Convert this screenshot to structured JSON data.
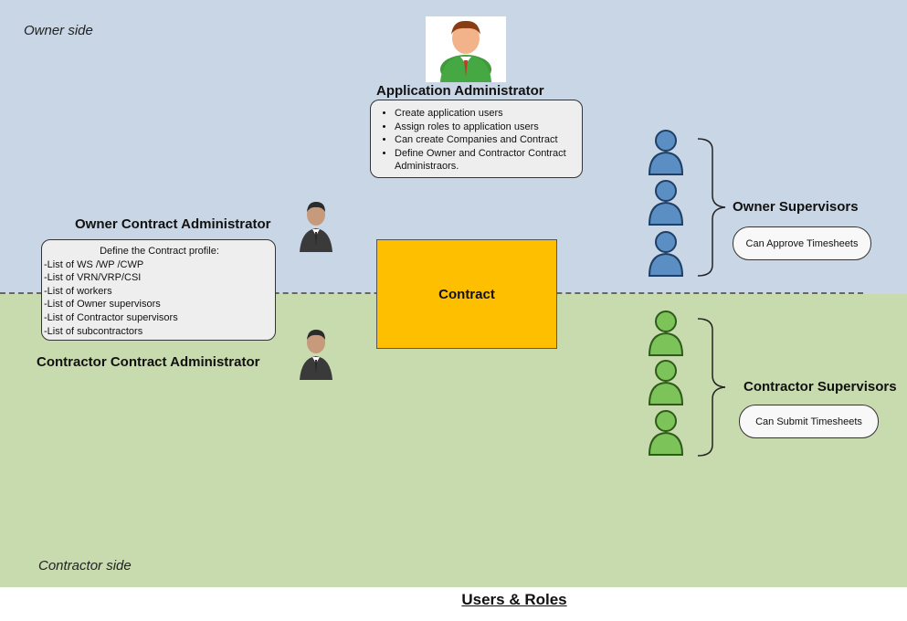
{
  "zones": {
    "owner_label": "Owner side",
    "contractor_label": "Contractor side"
  },
  "app_admin": {
    "title": "Application Administrator",
    "duties": [
      "Create application users",
      "Assign roles to application users",
      "Can create Companies and Contract",
      "Define Owner  and Contractor Contract Administraors."
    ]
  },
  "owner_admin": {
    "title": "Owner Contract Administrator"
  },
  "contract_profile": {
    "heading": "Define the Contract profile:",
    "items": [
      "-List of WS /WP /CWP",
      "-List of VRN/VRP/CSI",
      "-List of workers",
      "-List of Owner supervisors",
      "-List of Contractor supervisors",
      "-List of subcontractors"
    ]
  },
  "contractor_admin": {
    "title": "Contractor Contract Administrator"
  },
  "contract": {
    "label": "Contract"
  },
  "owner_supervisors": {
    "title": "Owner Supervisors",
    "permission": "Can Approve Timesheets"
  },
  "contractor_supervisors": {
    "title": "Contractor Supervisors",
    "permission": "Can Submit Timesheets"
  },
  "footer": {
    "title": "Users & Roles"
  },
  "colors": {
    "owner_zone": "#c9d6e6",
    "contractor_zone": "#c8dbae",
    "contract_box": "#fdbf00",
    "owner_person": "#5b8fc4",
    "contractor_person": "#7cc45a"
  },
  "icons": {
    "app_admin": "admin-user-icon",
    "contract_admins": "business-person-icon",
    "owner_supervisors": "blue-person-icon",
    "contractor_supervisors": "green-person-icon"
  }
}
